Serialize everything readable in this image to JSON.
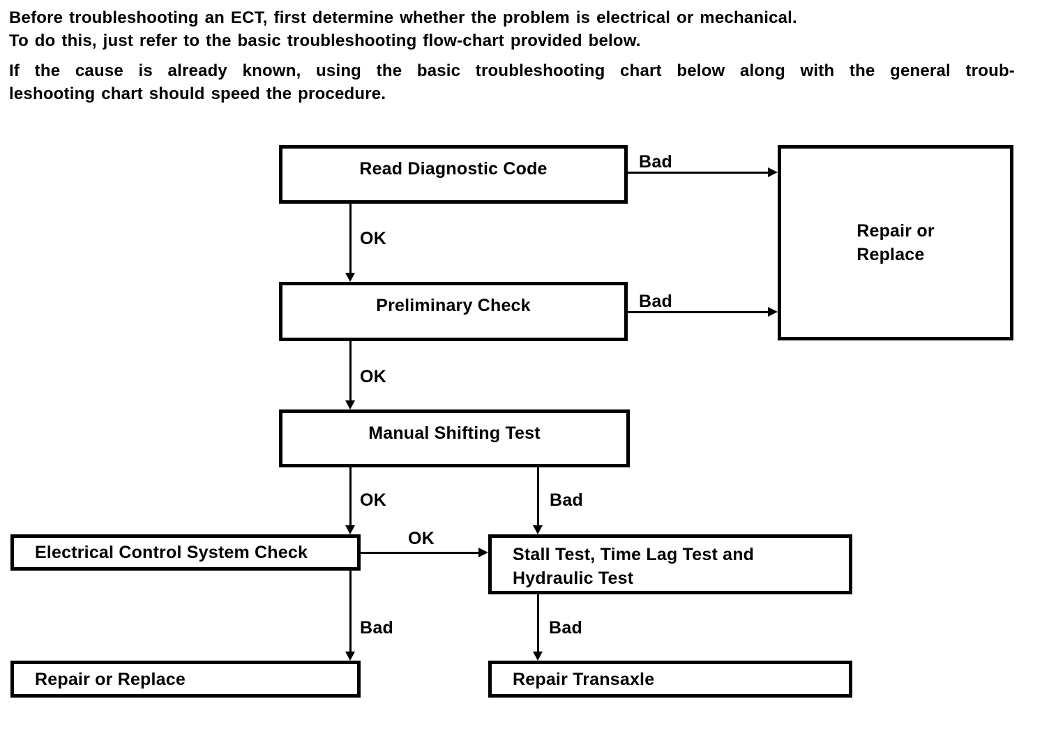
{
  "intro": {
    "line1": "Before troubleshooting an ECT, first determine whether the problem is electrical or mechanical.",
    "line2": "To do this, just refer to the basic troubleshooting flow-chart provided below.",
    "line3": "If the cause is already known, using the basic troubleshooting chart below along with the general troub-",
    "line4": "leshooting chart should speed the procedure."
  },
  "flowchart": {
    "nodes": {
      "read_diagnostic_code": "Read Diagnostic Code",
      "preliminary_check": "Preliminary Check",
      "manual_shifting_test": "Manual Shifting Test",
      "repair_or_replace_main": "Repair or\nReplace",
      "electrical_control_system_check": "Electrical Control System Check",
      "stall_test": "Stall Test, Time Lag Test and\nHydraulic Test",
      "repair_or_replace_secondary": "Repair or Replace",
      "repair_transaxle": "Repair Transaxle"
    },
    "edges": {
      "rdc_to_repair": "Bad",
      "rdc_to_preliminary": "OK",
      "preliminary_to_repair": "Bad",
      "preliminary_to_manual": "OK",
      "manual_to_electrical": "OK",
      "manual_to_stall": "Bad",
      "electrical_to_stall": "OK",
      "electrical_to_repair": "Bad",
      "stall_to_transaxle": "Bad"
    },
    "colors": {
      "ink": "#000000",
      "paper": "#ffffff"
    }
  }
}
